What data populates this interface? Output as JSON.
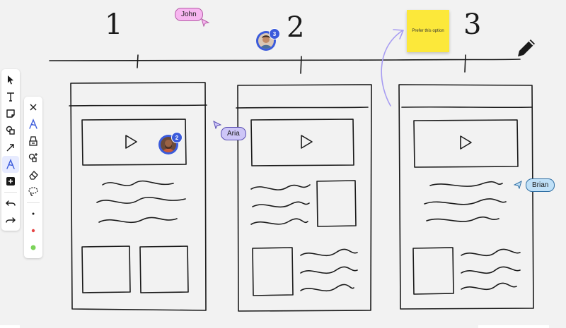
{
  "columns": [
    {
      "label": "1"
    },
    {
      "label": "2"
    },
    {
      "label": "3"
    }
  ],
  "sticky_note": {
    "text": "Prefer this option",
    "color": "#fce83a"
  },
  "collaborators": [
    {
      "name": "John",
      "color": "#f7b6f0"
    },
    {
      "name": "Aria",
      "color": "#cdc6f7"
    },
    {
      "name": "Brian",
      "color": "#bfe0f7"
    }
  ],
  "avatar_groups": [
    {
      "count": "3"
    },
    {
      "count": "2"
    }
  ],
  "main_toolbar": {
    "tools": [
      "select-icon",
      "text-icon",
      "sticky-note-icon",
      "shapes-icon",
      "arrow-icon",
      "pen-icon",
      "add-icon"
    ],
    "active": "pen-icon",
    "history": [
      "undo-icon",
      "redo-icon"
    ]
  },
  "pen_toolbar": {
    "tools": [
      "close-icon",
      "pen-icon",
      "highlighter-icon",
      "shape-pen-icon",
      "eraser-icon",
      "lasso-icon"
    ],
    "colors": [
      "#1a1a1a",
      "#e64545",
      "#7cd35a"
    ]
  },
  "accent_color": "#3b5bdb"
}
